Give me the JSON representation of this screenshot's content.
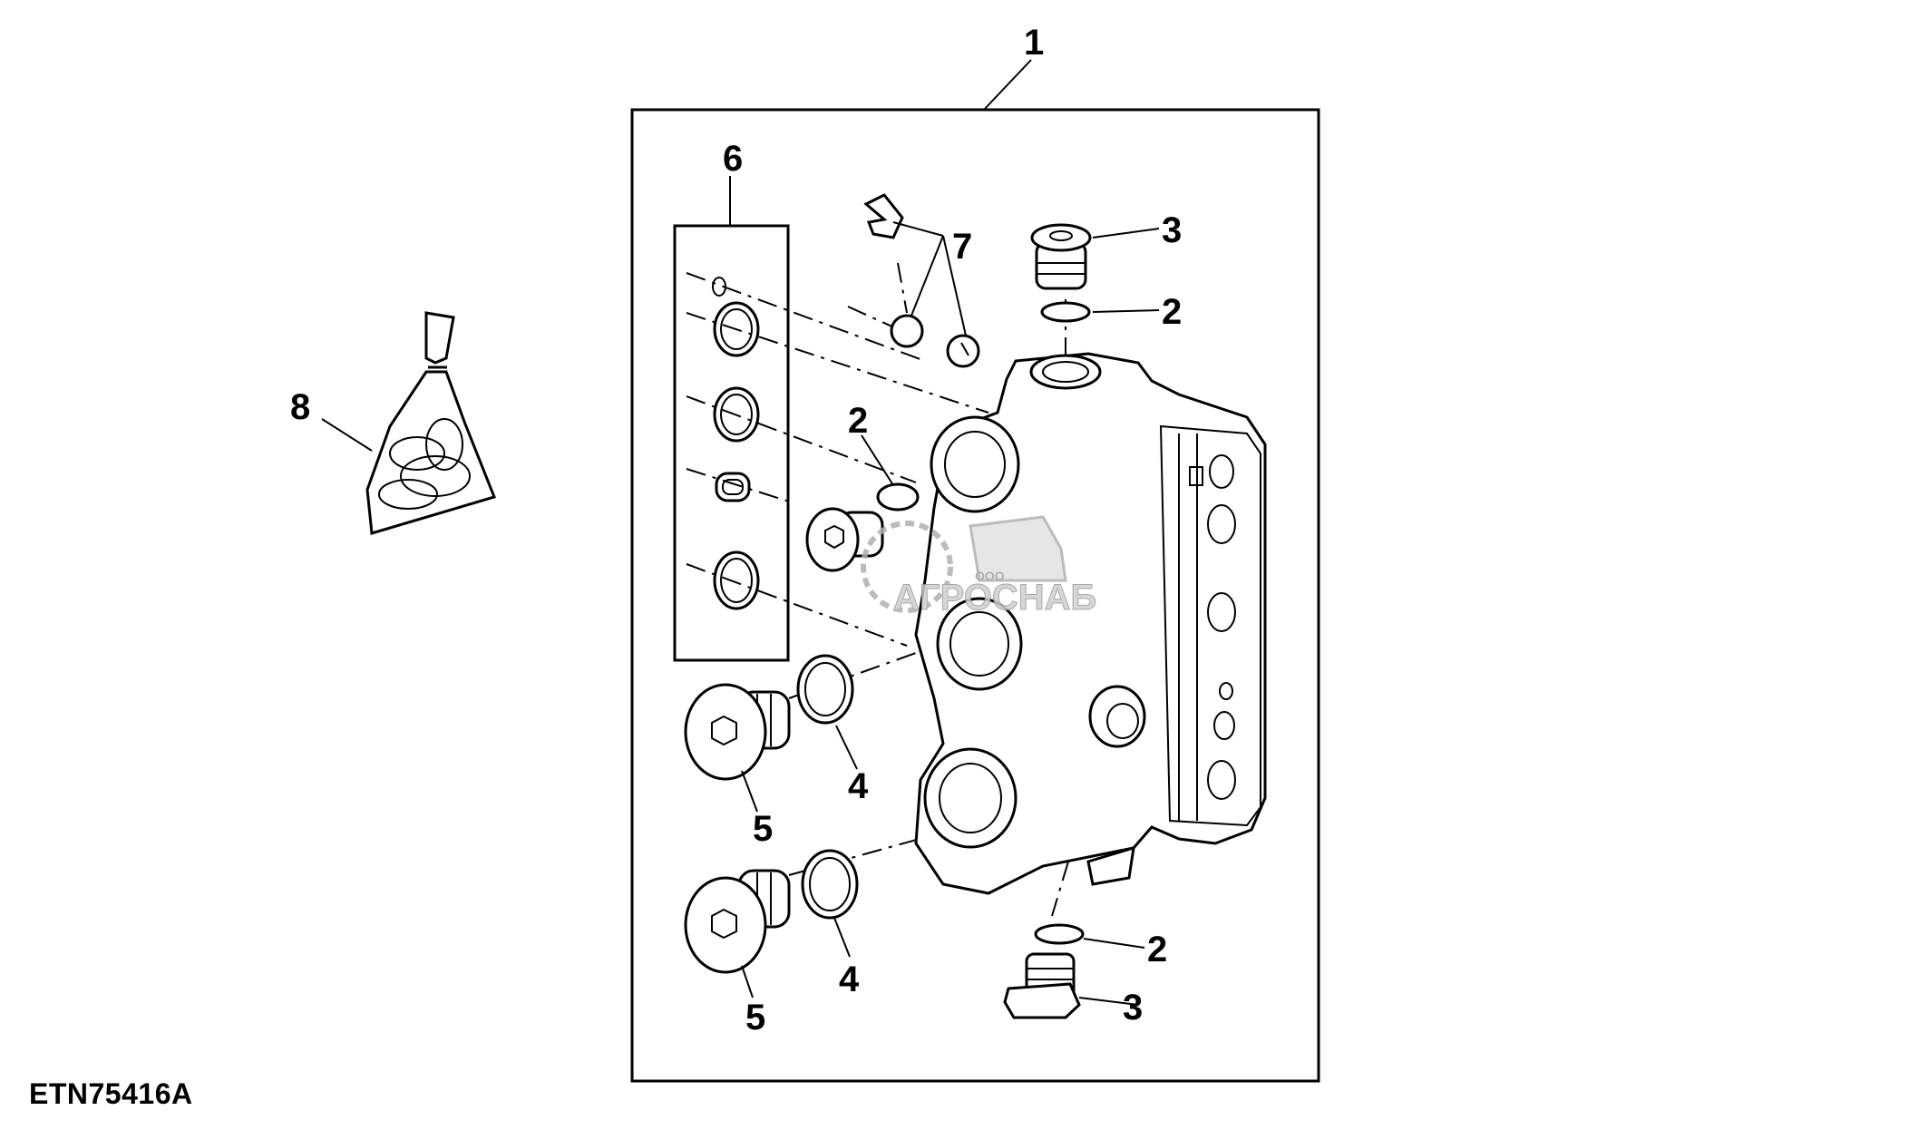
{
  "callouts": {
    "c1": "1",
    "c2a": "2",
    "c2b": "2",
    "c2c": "2",
    "c3a": "3",
    "c3b": "3",
    "c4a": "4",
    "c4b": "4",
    "c5a": "5",
    "c5b": "5",
    "c6": "6",
    "c7": "7",
    "c8": "8"
  },
  "figure_id": "ETN75416A",
  "watermark": {
    "brand": "АГРОСНАБ",
    "prefix": "ООО"
  },
  "icons": {
    "bag": "bag-of-seals-icon",
    "valve": "valve-housing-icon",
    "plug": "plug-icon",
    "o_ring": "o-ring-icon",
    "ball": "ball-icon",
    "spring_clip": "spring-clip-icon"
  }
}
